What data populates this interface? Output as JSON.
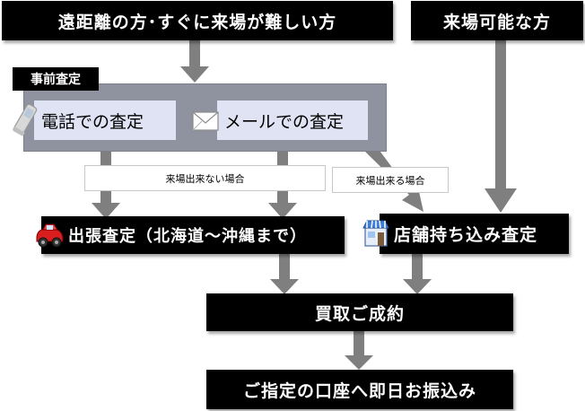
{
  "boxes": {
    "remote": "遠距離の方･すぐに来場が難しい方",
    "visit": "来場可能な方",
    "group_label": "事前査定",
    "phone": "電話での査定",
    "mail": "メールでの査定",
    "cannot_visit": "来場出来ない場合",
    "can_visit": "来場出来る場合",
    "dispatch": "出張査定（北海道〜沖縄まで）",
    "store": "店舗持ち込み査定",
    "purchase": "買取ご成約",
    "transfer": "ご指定の口座へ即日お振込み"
  },
  "icons": [
    "phone-icon",
    "mail-icon",
    "car-icon",
    "store-icon"
  ],
  "colors": {
    "box": "#000000",
    "box_text": "#ffffff",
    "arrow": "#7f7f7f",
    "group": "#8e939f",
    "option": "#dfe3f3"
  }
}
